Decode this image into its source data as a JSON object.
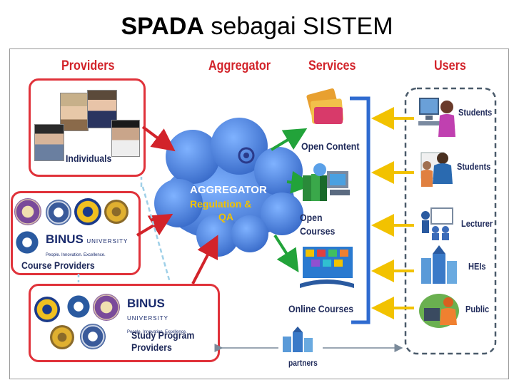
{
  "title": {
    "bold": "SPADA",
    "rest": " sebagai SISTEM"
  },
  "headers": {
    "providers": "Providers",
    "aggregator": "Aggregator",
    "services": "Services",
    "users": "Users"
  },
  "providers": {
    "individuals": "Individuals",
    "course_providers": "Course Providers",
    "study_program_l1": "Study Program",
    "study_program_l2": "Providers"
  },
  "binus": {
    "big": "BINUS",
    "small": "UNIVERSITY",
    "tagline": "People. Innovation. Excellence."
  },
  "aggregator": {
    "line1": "AGGREGATOR",
    "line2": "Regulation &",
    "line3": "QA"
  },
  "services": {
    "open_content": "Open Content",
    "open_courses_l1": "Open",
    "open_courses_l2": "Courses",
    "online_courses": "Online Courses"
  },
  "users": [
    "Students",
    "Students",
    "Lecturer",
    "HEIs",
    "Public"
  ],
  "partners": "partners",
  "colors": {
    "red": "#d2232a",
    "navy": "#1f2a5a",
    "green": "#22a33a",
    "yellow": "#f2c200",
    "blue": "#2f6bd0",
    "cloud": "#3d7fe0"
  }
}
